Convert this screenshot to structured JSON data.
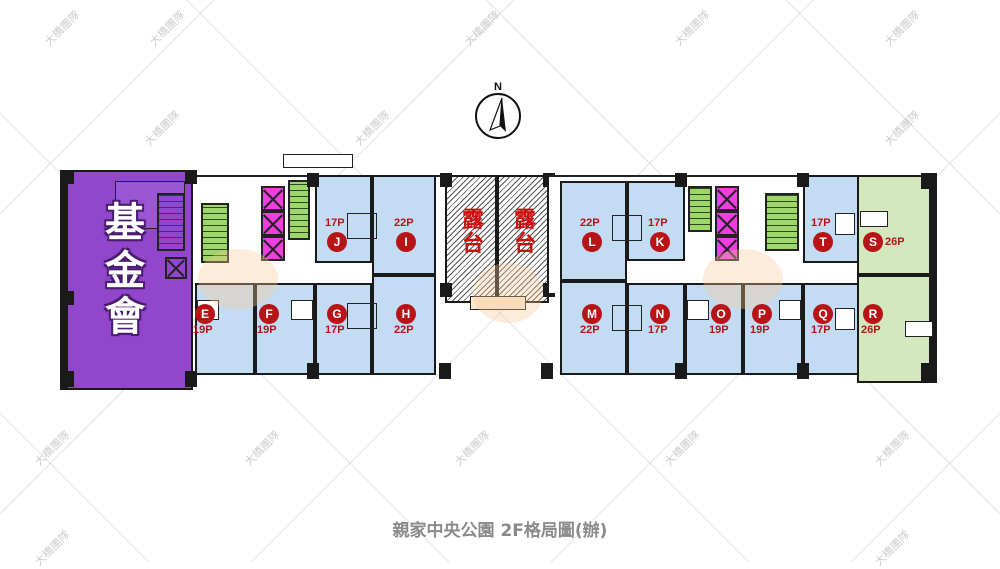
{
  "title": "親家中央公園 2F格局圖(辦)",
  "compass": {
    "label": "N",
    "icon": "north-arrow-icon"
  },
  "watermark": {
    "text": "大橋團隊",
    "logo_text": "大橋"
  },
  "purple_area": {
    "label_chars": [
      "基",
      "金",
      "會"
    ],
    "color": "#9146cc"
  },
  "terraces": [
    {
      "label_chars": [
        "露",
        "台"
      ]
    },
    {
      "label_chars": [
        "露",
        "台"
      ]
    }
  ],
  "units": [
    {
      "id": "E",
      "capacity": "19P",
      "color": "#c3dcf3"
    },
    {
      "id": "F",
      "capacity": "19P",
      "color": "#c3dcf3"
    },
    {
      "id": "G",
      "capacity": "17P",
      "color": "#c3dcf3"
    },
    {
      "id": "H",
      "capacity": "22P",
      "color": "#c3dcf3"
    },
    {
      "id": "I",
      "capacity": "22P",
      "color": "#c3dcf3"
    },
    {
      "id": "J",
      "capacity": "17P",
      "color": "#c3dcf3"
    },
    {
      "id": "K",
      "capacity": "17P",
      "color": "#c3dcf3"
    },
    {
      "id": "L",
      "capacity": "22P",
      "color": "#c3dcf3"
    },
    {
      "id": "M",
      "capacity": "22P",
      "color": "#c3dcf3"
    },
    {
      "id": "N",
      "capacity": "17P",
      "color": "#c3dcf3"
    },
    {
      "id": "O",
      "capacity": "19P",
      "color": "#c3dcf3"
    },
    {
      "id": "P",
      "capacity": "19P",
      "color": "#c3dcf3"
    },
    {
      "id": "Q",
      "capacity": "17P",
      "color": "#c3dcf3"
    },
    {
      "id": "R",
      "capacity": "26P",
      "color": "#d3e8bf"
    },
    {
      "id": "S",
      "capacity": "26P",
      "color": "#d3e8bf"
    },
    {
      "id": "T",
      "capacity": "17P",
      "color": "#c3dcf3"
    }
  ],
  "legend_colors": {
    "stairs": "#9fd66b",
    "elevators": "#ee3ee0",
    "badge": "#b81418"
  }
}
